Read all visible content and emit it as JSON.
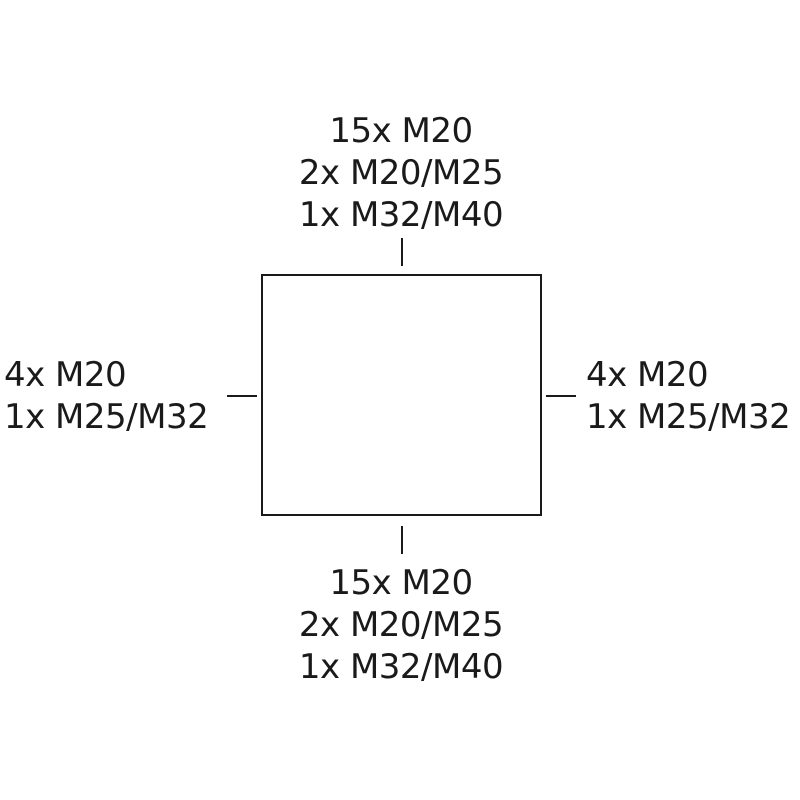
{
  "top_side": {
    "lines": [
      "15x M20",
      "2x M20/M25",
      "1x M32/M40"
    ]
  },
  "bottom_side": {
    "lines": [
      "15x M20",
      "2x M20/M25",
      "1x M32/M40"
    ]
  },
  "left_side": {
    "lines": [
      "4x M20",
      "1x M25/M32"
    ]
  },
  "right_side": {
    "lines": [
      "4x M20",
      "1x M25/M32"
    ]
  },
  "colors": {
    "line": "#1a1a1a",
    "background": "#ffffff"
  }
}
